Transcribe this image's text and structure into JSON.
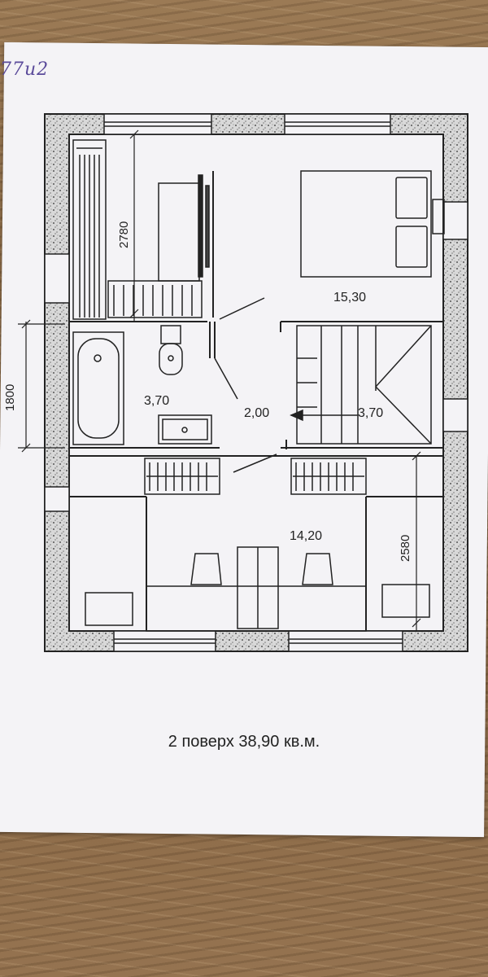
{
  "handwritten_note": "77и2",
  "floor_caption": "2 поверх 38,90 кв.м.",
  "rooms": {
    "bedroom_top": "15,30",
    "bathroom": "3,70",
    "hall": "2,00",
    "stairs": "3,70",
    "bedroom_bottom": "14,20"
  },
  "dimensions": {
    "top_left": "2780",
    "left": "1800",
    "bottom_right": "2580"
  }
}
